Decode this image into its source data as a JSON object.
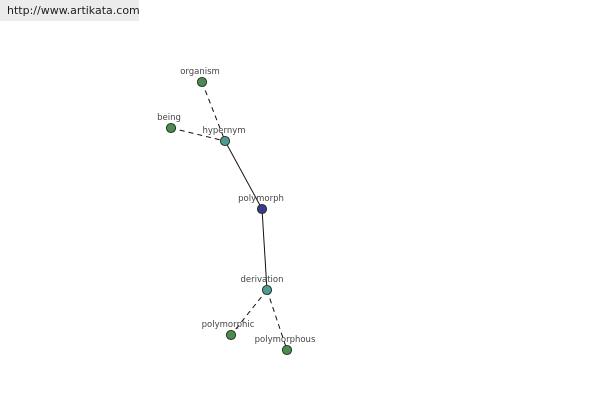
{
  "header": {
    "url": "http://www.artikata.com"
  },
  "graph": {
    "colors": {
      "edge": "#111111",
      "node_outline": "#1e2e1e",
      "leaf": "#4d8a4d",
      "relation": "#4f9a92",
      "center": "#3a3a8c",
      "label": "#444444"
    },
    "nodes": [
      {
        "id": "organism",
        "label": "organism",
        "kind": "leaf"
      },
      {
        "id": "being",
        "label": "being",
        "kind": "leaf"
      },
      {
        "id": "hypernym",
        "label": "hypernym",
        "kind": "relation"
      },
      {
        "id": "polymorph",
        "label": "polymorph",
        "kind": "center"
      },
      {
        "id": "derivation",
        "label": "derivation",
        "kind": "relation"
      },
      {
        "id": "polymorphic",
        "label": "polymorphic",
        "kind": "leaf"
      },
      {
        "id": "polymorphous",
        "label": "polymorphous",
        "kind": "leaf"
      }
    ],
    "edges": [
      {
        "from": "organism",
        "to": "hypernym",
        "style": "dashed"
      },
      {
        "from": "being",
        "to": "hypernym",
        "style": "dashed"
      },
      {
        "from": "hypernym",
        "to": "polymorph",
        "style": "solid"
      },
      {
        "from": "polymorph",
        "to": "derivation",
        "style": "solid"
      },
      {
        "from": "derivation",
        "to": "polymorphic",
        "style": "dashed"
      },
      {
        "from": "derivation",
        "to": "polymorphous",
        "style": "dashed"
      }
    ]
  }
}
